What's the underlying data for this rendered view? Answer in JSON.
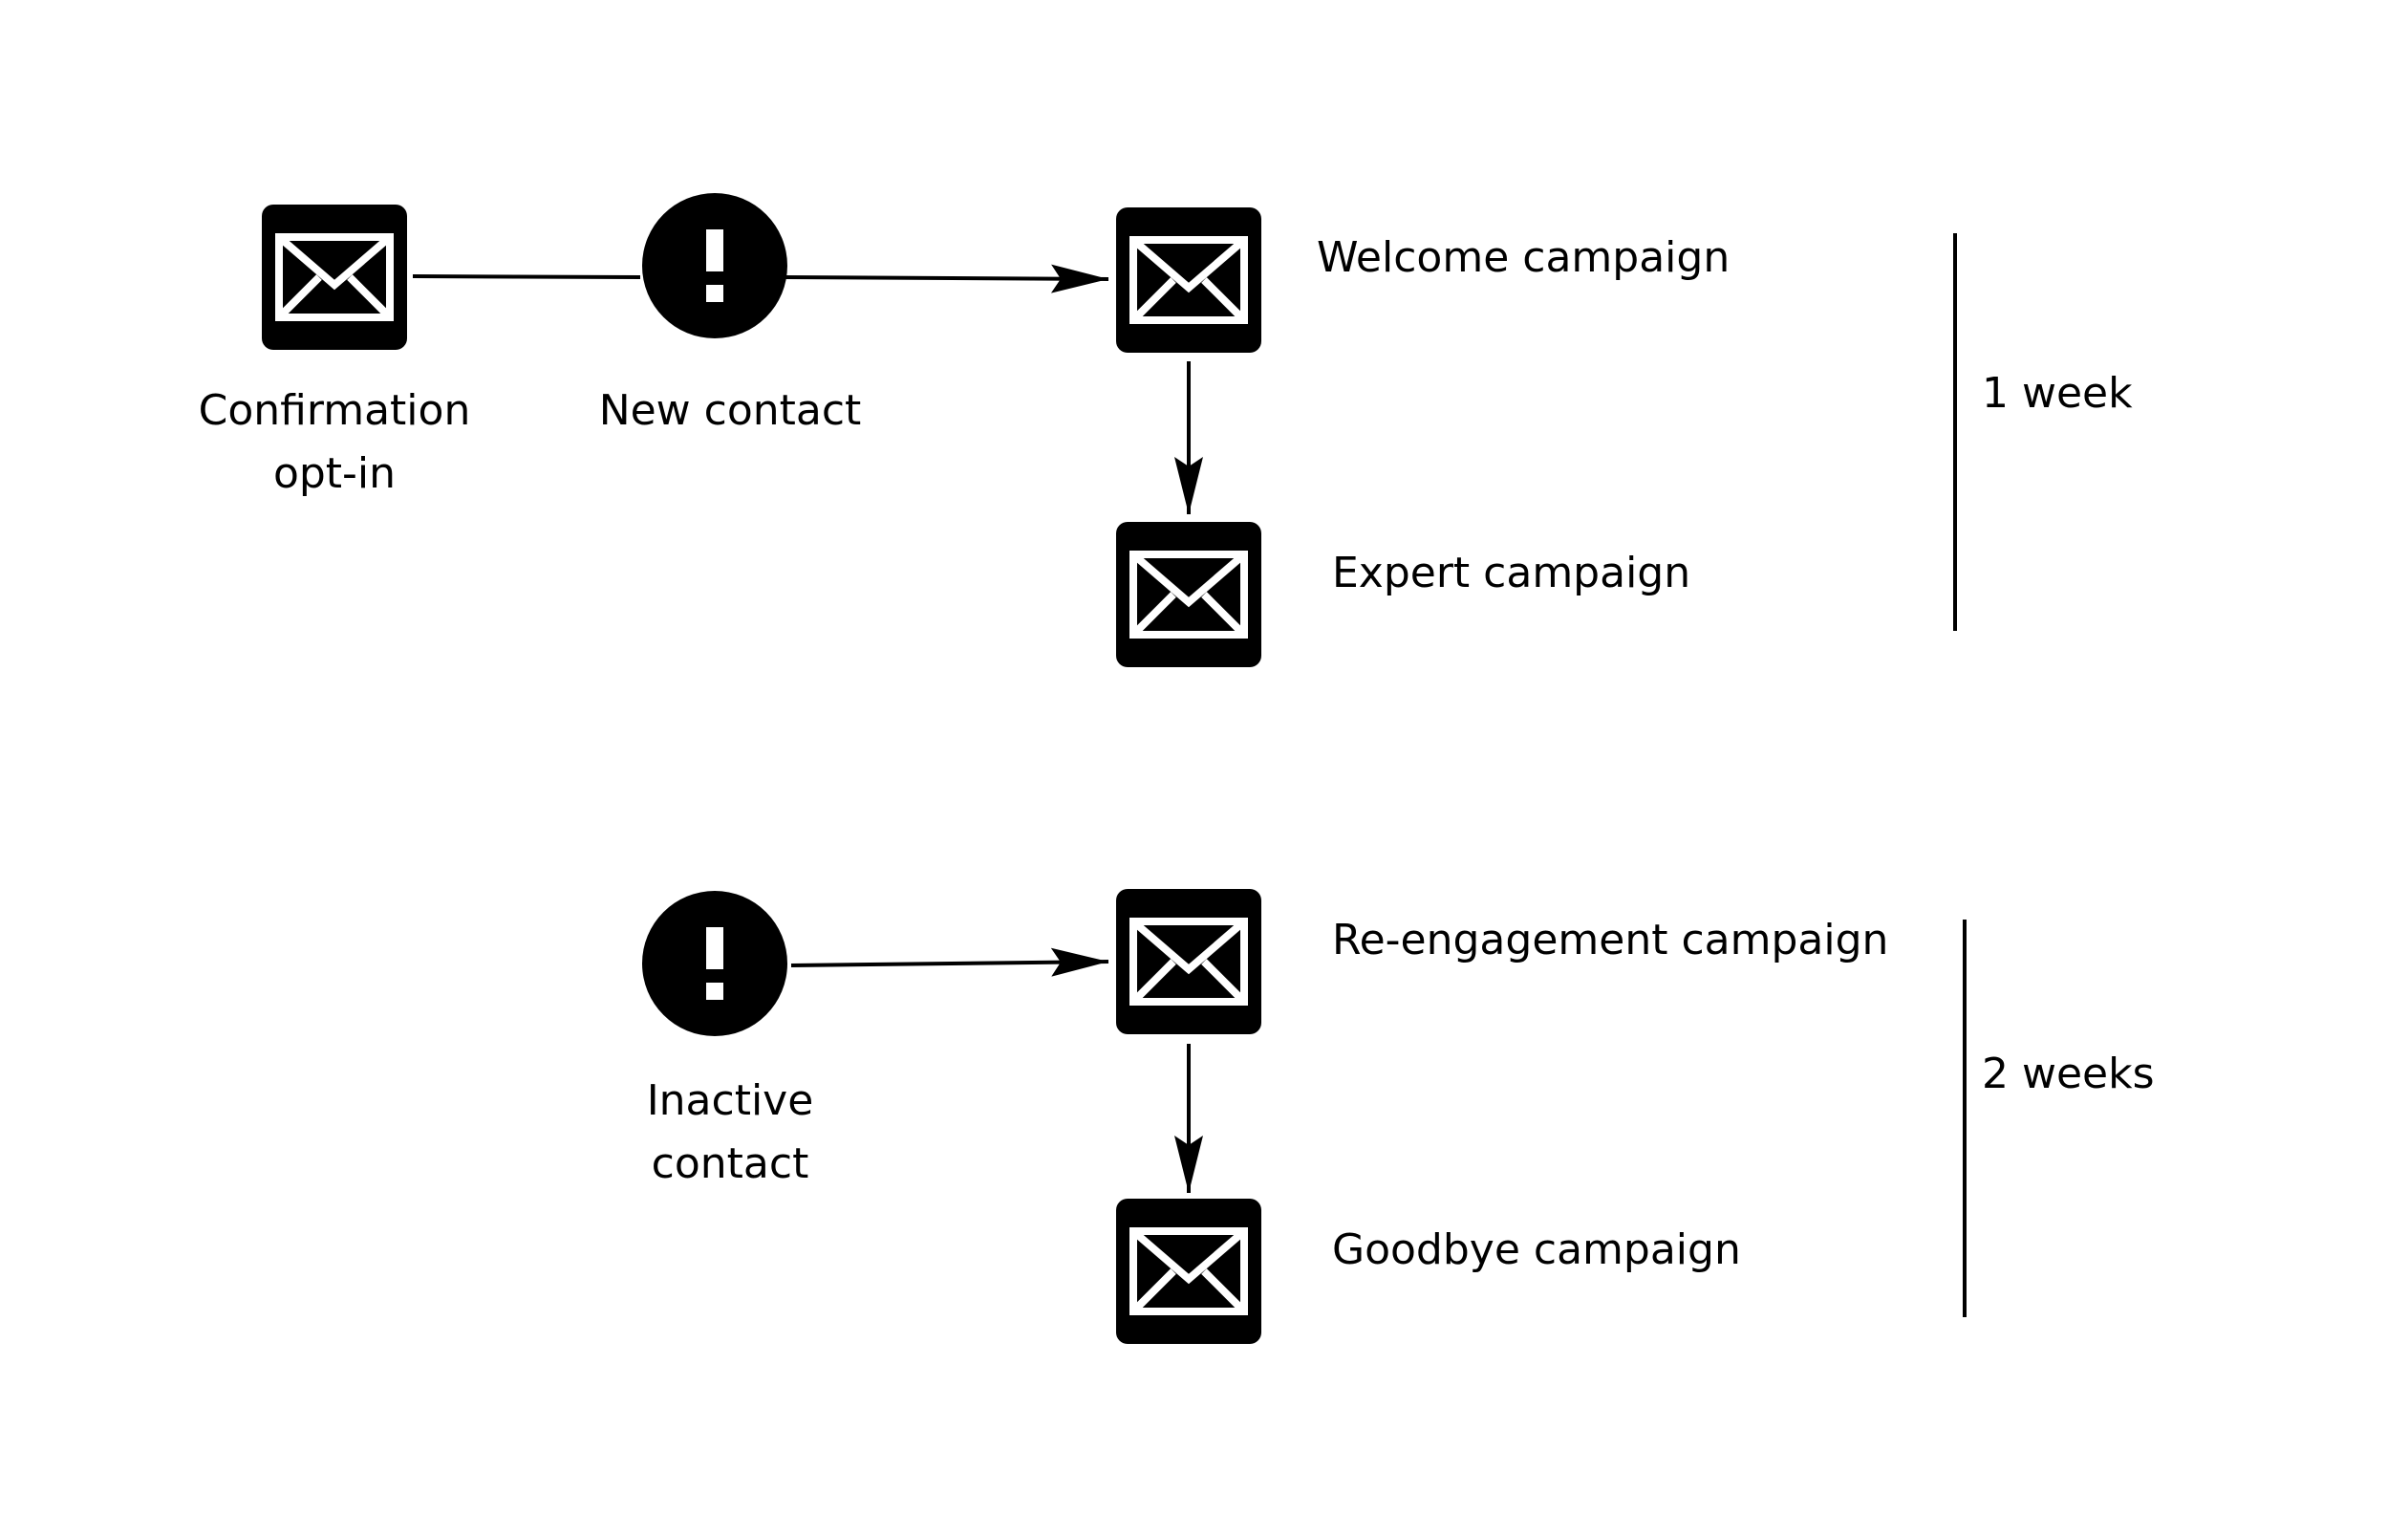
{
  "colors": {
    "background": "#ffffff",
    "ink": "#000000",
    "icon_glyph": "#ffffff"
  },
  "nodes": {
    "confirmation_optin": {
      "icon": "envelope-icon",
      "label_line1": "Confirmation",
      "label_line2": "opt-in"
    },
    "new_contact": {
      "icon": "exclamation-icon",
      "label": "New contact"
    },
    "welcome_campaign": {
      "icon": "envelope-icon",
      "label": "Welcome campaign"
    },
    "expert_campaign": {
      "icon": "envelope-icon",
      "label": "Expert campaign"
    },
    "inactive_contact": {
      "icon": "exclamation-icon",
      "label_line1": "Inactive",
      "label_line2": "contact"
    },
    "reengagement_campaign": {
      "icon": "envelope-icon",
      "label": "Re-engagement campaign"
    },
    "goodbye_campaign": {
      "icon": "envelope-icon",
      "label": "Goodbye campaign"
    }
  },
  "durations": {
    "top": "1 week",
    "bottom": "2 weeks"
  }
}
